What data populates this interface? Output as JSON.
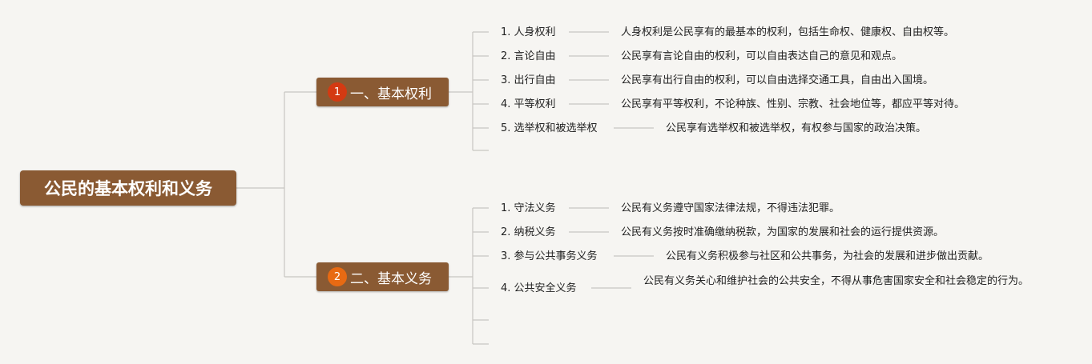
{
  "root": {
    "label": "公民的基本权利和义务"
  },
  "branches": [
    {
      "badge": "1",
      "label": "一、基本权利",
      "items": [
        {
          "label": "1. 人身权利",
          "desc": "人身权利是公民享有的最基本的权利，包括生命权、健康权、自由权等。"
        },
        {
          "label": "2. 言论自由",
          "desc": "公民享有言论自由的权利，可以自由表达自己的意见和观点。"
        },
        {
          "label": "3. 出行自由",
          "desc": "公民享有出行自由的权利，可以自由选择交通工具，自由出入国境。"
        },
        {
          "label": "4. 平等权利",
          "desc": "公民享有平等权利，不论种族、性别、宗教、社会地位等，都应平等对待。"
        },
        {
          "label": "5. 选举权和被选举权",
          "desc": "公民享有选举权和被选举权，有权参与国家的政治决策。"
        }
      ]
    },
    {
      "badge": "2",
      "label": "二、基本义务",
      "items": [
        {
          "label": "1. 守法义务",
          "desc": "公民有义务遵守国家法律法规，不得违法犯罪。"
        },
        {
          "label": "2. 纳税义务",
          "desc": "公民有义务按时准确缴纳税款，为国家的发展和社会的运行提供资源。"
        },
        {
          "label": "3. 参与公共事务义务",
          "desc": "公民有义务积极参与社区和公共事务，为社会的发展和进步做出贡献。"
        },
        {
          "label": "4. 公共安全义务",
          "desc": "公民有义务关心和维护社会的公共安全，不得从事危害国家安全和社会稳定的行为。"
        }
      ]
    }
  ]
}
